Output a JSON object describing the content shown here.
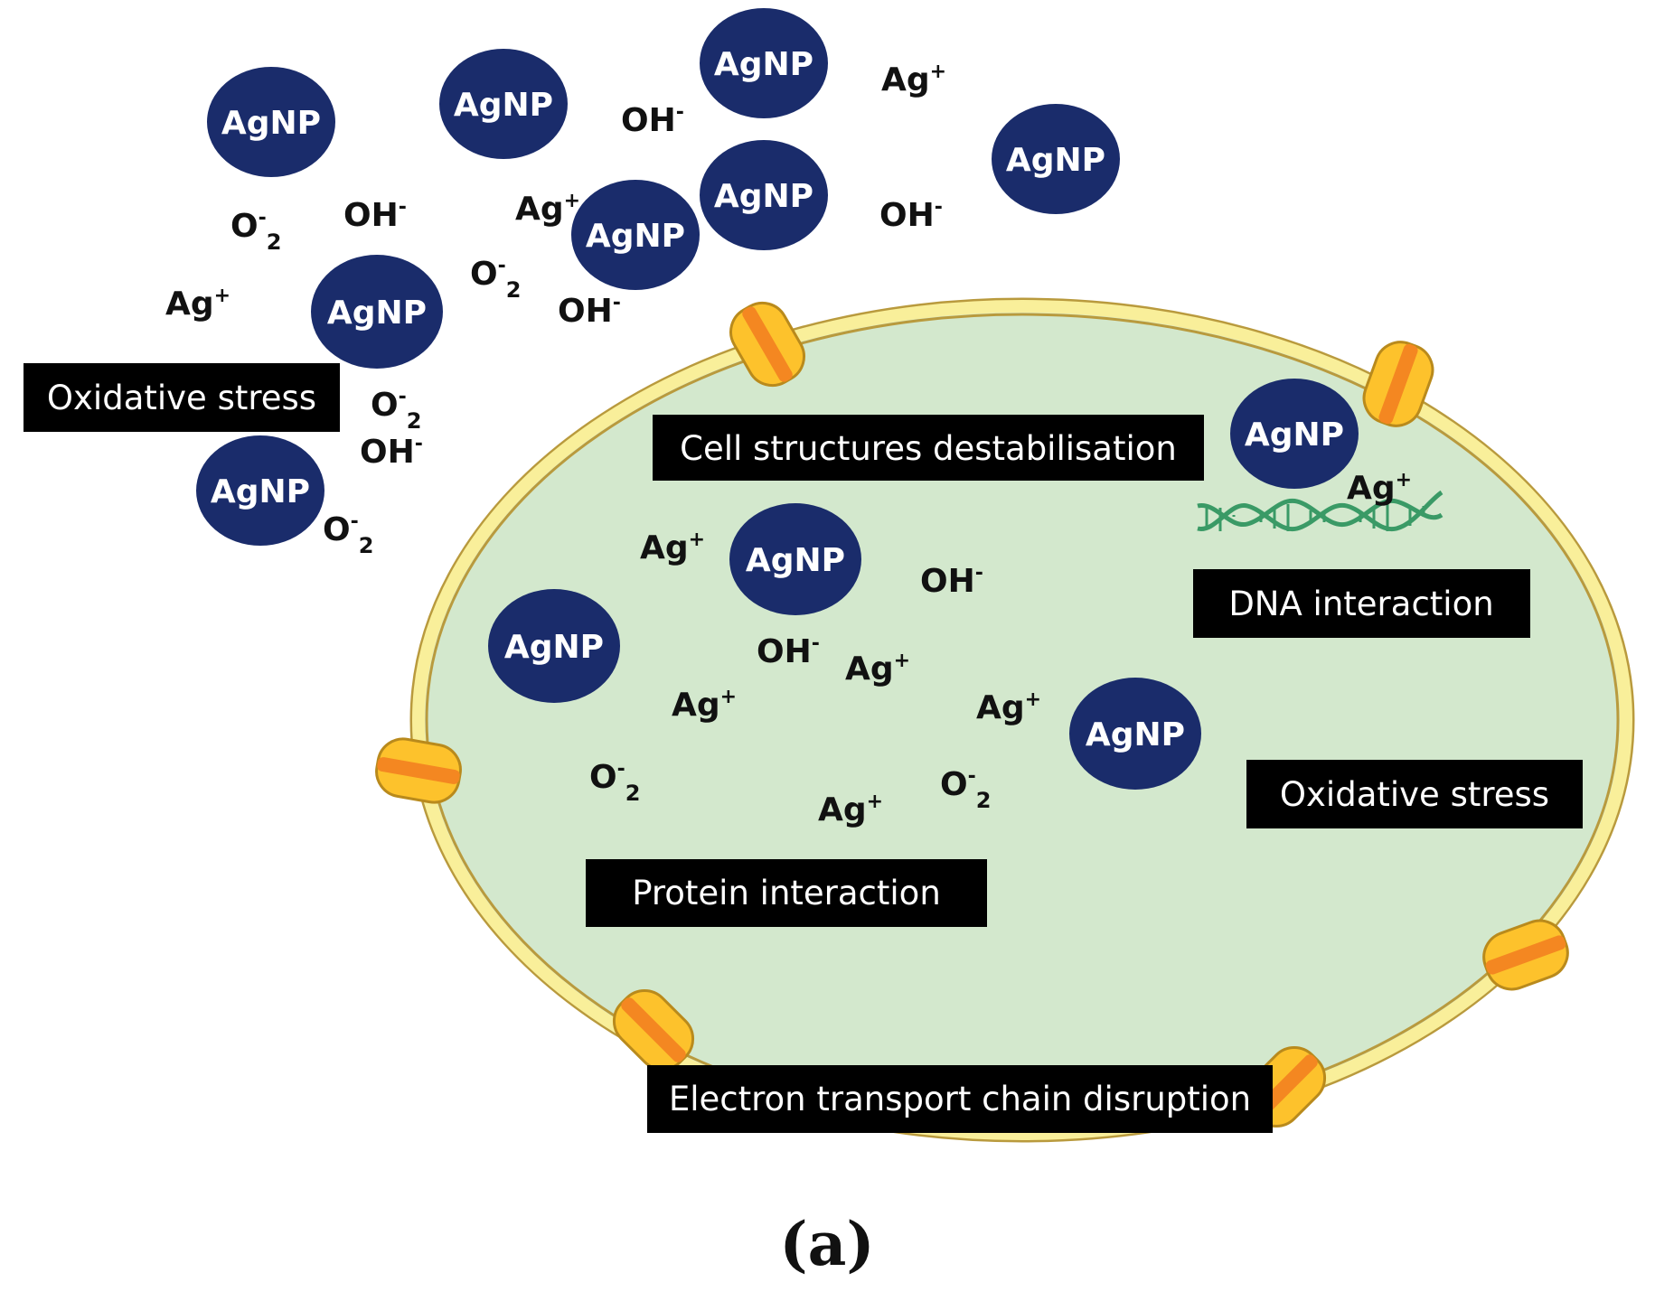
{
  "colors": {
    "nanoparticle": "#1a2c6b",
    "cell_fill": "#d3e8cd",
    "membrane": "#f9ef9a",
    "membrane_edge": "#b99a3d",
    "channel_outer": "#fdc22c",
    "channel_band": "#f48721",
    "dna": "#3a9a66",
    "label_box": "#000000"
  },
  "nanoparticle_label": "AgNP",
  "ion_texts": {
    "silver_base": "Ag",
    "silver_charge": "+",
    "hydroxide_base": "OH",
    "hydroxide_charge": "-",
    "superoxide_base": "O",
    "superoxide_charge": "-",
    "superoxide_count": "2"
  },
  "labels": {
    "oxidative_stress_outside": "Oxidative stress",
    "cell_structures": "Cell structures destabilisation",
    "dna_interaction": "DNA interaction",
    "oxidative_stress_inside": "Oxidative stress",
    "protein_interaction": "Protein interaction",
    "electron_transport": "Electron transport chain disruption"
  },
  "caption": "(a)"
}
